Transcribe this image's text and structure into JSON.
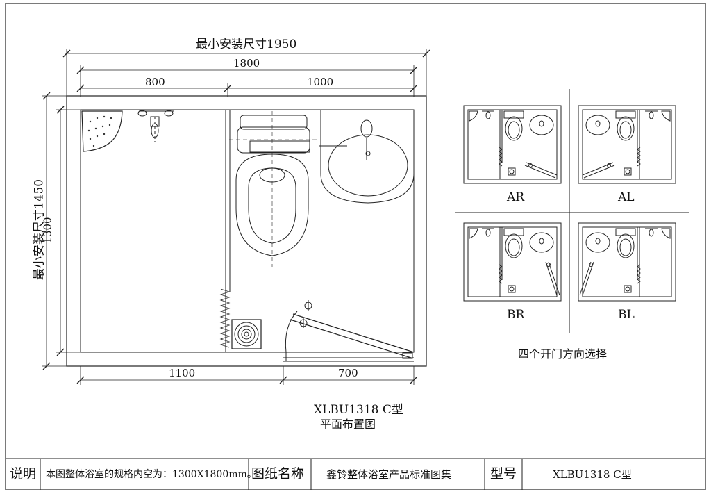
{
  "plan": {
    "min_install_width": "最小安装尺寸1950",
    "width_total": "1800",
    "width_left": "800",
    "width_right": "1000",
    "min_install_depth": "最小安装尺寸1450",
    "depth_total": "1300",
    "bottom_left": "1100",
    "bottom_right": "700",
    "model_code": "XLBU1318 C型",
    "layout_caption": "平面布置图"
  },
  "door_options": {
    "labels": [
      "AR",
      "AL",
      "BR",
      "BL"
    ],
    "caption": "四个开门方向选择"
  },
  "title_block": {
    "note_label": "说明",
    "note_text": "本图整体浴室的规格内空为：1300X1800mm。",
    "drawing_name_label": "图纸名称",
    "drawing_name": "鑫铃整体浴室产品标准图集",
    "model_label": "型号",
    "model_value": "XLBU1318 C型"
  }
}
